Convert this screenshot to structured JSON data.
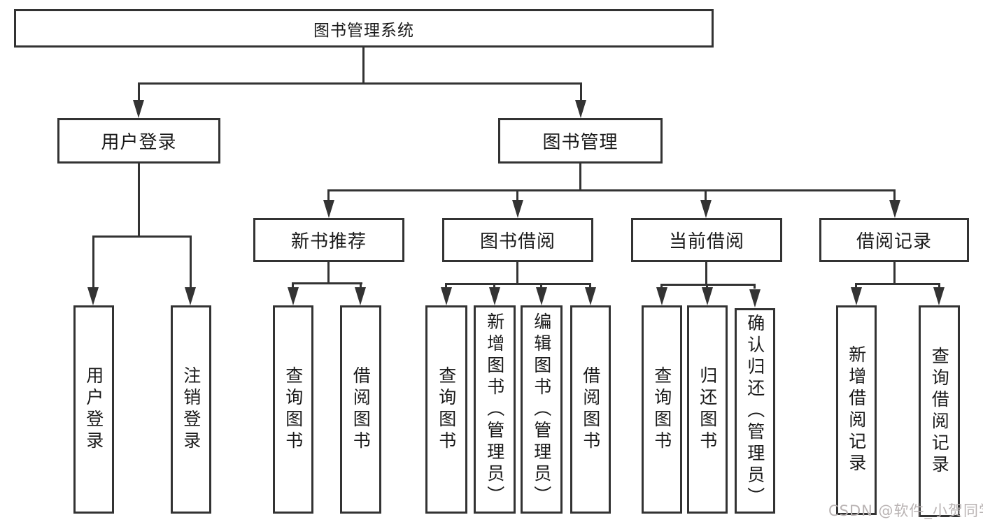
{
  "tree": {
    "root": {
      "label": "图书管理系统"
    },
    "branches": [
      {
        "label": "用户登录",
        "children": [
          {
            "label": "用户登录"
          },
          {
            "label": "注销登录"
          }
        ]
      },
      {
        "label": "图书管理",
        "children": [
          {
            "label": "新书推荐",
            "children": [
              {
                "label": "查询图书"
              },
              {
                "label": "借阅图书"
              }
            ]
          },
          {
            "label": "图书借阅",
            "children": [
              {
                "label": "查询图书"
              },
              {
                "label": "新增图书（管理员）"
              },
              {
                "label": "编辑图书（管理员）"
              },
              {
                "label": "借阅图书"
              }
            ]
          },
          {
            "label": "当前借阅",
            "children": [
              {
                "label": "查询图书"
              },
              {
                "label": "归还图书"
              },
              {
                "label": "确认归还（管理员）"
              }
            ]
          },
          {
            "label": "借阅记录",
            "children": [
              {
                "label": "新增借阅记录"
              },
              {
                "label": "查询借阅记录"
              }
            ]
          }
        ]
      }
    ]
  },
  "watermark": {
    "text": "CSDN @软件_小贺同学"
  },
  "colors": {
    "line": "#333333",
    "text": "#1a1a1a",
    "background": "#ffffff",
    "watermark": "#b9b3b3"
  }
}
